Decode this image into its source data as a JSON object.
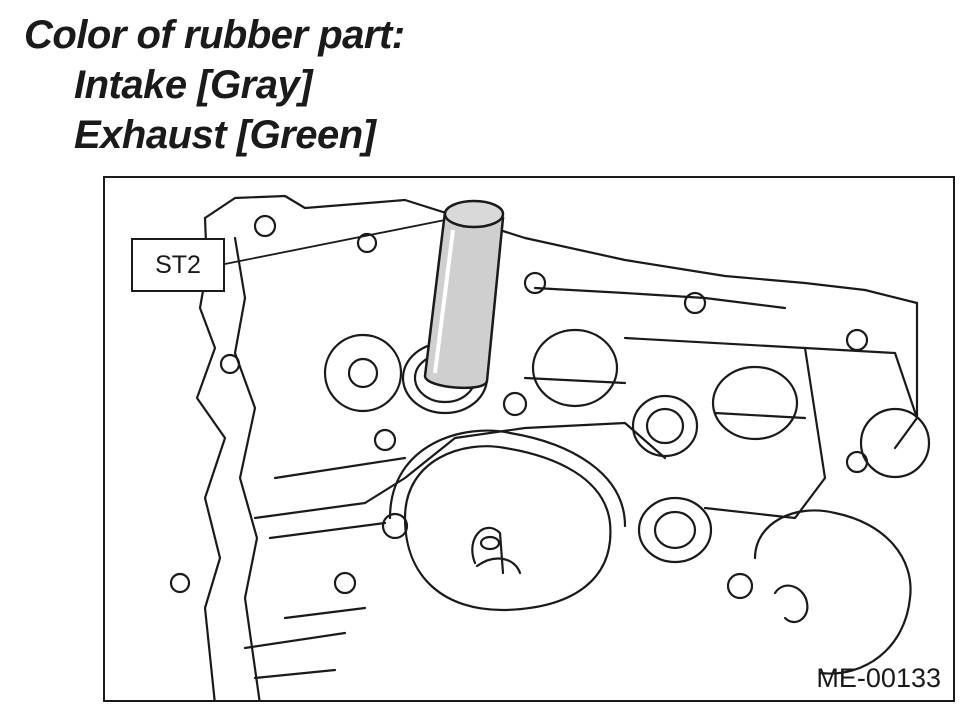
{
  "heading": {
    "line1": "Color of rubber part:",
    "line2": "Intake [Gray]",
    "line3": "Exhaust [Green]"
  },
  "figure": {
    "callout_label": "ST2",
    "figure_id": "ME-00133"
  },
  "colors": {
    "ink": "#1a1a1a",
    "tool_gray": "#cfcfcf",
    "background": "#ffffff"
  },
  "icons": [
    "cylinder-head-drawing",
    "st2-tool-drawing"
  ]
}
